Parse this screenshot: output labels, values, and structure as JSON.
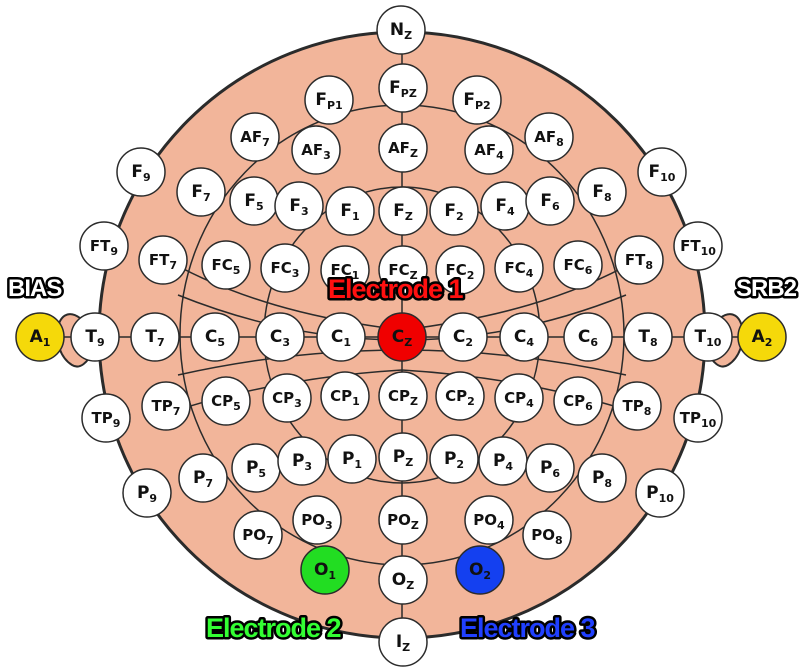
{
  "colors": {
    "head_fill": "#f2b59a",
    "head_stroke": "#2b2b2b",
    "electrode_fill": "#ffffff",
    "reference_fill": "#f5d90a",
    "electrode_1_fill": "#f00000",
    "electrode_2_fill": "#22dd22",
    "electrode_3_fill": "#1440f0",
    "label_electrode_1": "#ff1010",
    "label_electrode_2": "#33ff33",
    "label_electrode_3": "#2040ff",
    "label_side": "#ffffff"
  },
  "labels": {
    "bias": "BIAS",
    "srb2": "SRB2",
    "electrode_1": "Electrode 1",
    "electrode_2": "Electrode 2",
    "electrode_3": "Electrode 3"
  },
  "electrodes": [
    {
      "base": "N",
      "sub": "Z"
    },
    {
      "base": "F",
      "sub": "P1"
    },
    {
      "base": "F",
      "sub": "PZ"
    },
    {
      "base": "F",
      "sub": "P2"
    },
    {
      "base": "AF",
      "sub": "7"
    },
    {
      "base": "AF",
      "sub": "3"
    },
    {
      "base": "AF",
      "sub": "Z"
    },
    {
      "base": "AF",
      "sub": "4"
    },
    {
      "base": "AF",
      "sub": "8"
    },
    {
      "base": "F",
      "sub": "9"
    },
    {
      "base": "F",
      "sub": "10"
    },
    {
      "base": "F",
      "sub": "7"
    },
    {
      "base": "F",
      "sub": "5"
    },
    {
      "base": "F",
      "sub": "3"
    },
    {
      "base": "F",
      "sub": "1"
    },
    {
      "base": "F",
      "sub": "Z"
    },
    {
      "base": "F",
      "sub": "2"
    },
    {
      "base": "F",
      "sub": "4"
    },
    {
      "base": "F",
      "sub": "6"
    },
    {
      "base": "F",
      "sub": "8"
    },
    {
      "base": "FT",
      "sub": "9"
    },
    {
      "base": "FT",
      "sub": "7"
    },
    {
      "base": "FC",
      "sub": "5"
    },
    {
      "base": "FC",
      "sub": "3"
    },
    {
      "base": "FC",
      "sub": "1"
    },
    {
      "base": "FC",
      "sub": "Z"
    },
    {
      "base": "FC",
      "sub": "2"
    },
    {
      "base": "FC",
      "sub": "4"
    },
    {
      "base": "FC",
      "sub": "6"
    },
    {
      "base": "FT",
      "sub": "8"
    },
    {
      "base": "FT",
      "sub": "10"
    },
    {
      "base": "A",
      "sub": "1",
      "role": "reference"
    },
    {
      "base": "T",
      "sub": "9"
    },
    {
      "base": "T",
      "sub": "7"
    },
    {
      "base": "C",
      "sub": "5"
    },
    {
      "base": "C",
      "sub": "3"
    },
    {
      "base": "C",
      "sub": "1"
    },
    {
      "base": "C",
      "sub": "Z",
      "role": "electrode_1"
    },
    {
      "base": "C",
      "sub": "2"
    },
    {
      "base": "C",
      "sub": "4"
    },
    {
      "base": "C",
      "sub": "6"
    },
    {
      "base": "T",
      "sub": "8"
    },
    {
      "base": "T",
      "sub": "10"
    },
    {
      "base": "A",
      "sub": "2",
      "role": "reference"
    },
    {
      "base": "TP",
      "sub": "9"
    },
    {
      "base": "TP",
      "sub": "7"
    },
    {
      "base": "CP",
      "sub": "5"
    },
    {
      "base": "CP",
      "sub": "3"
    },
    {
      "base": "CP",
      "sub": "1"
    },
    {
      "base": "CP",
      "sub": "Z"
    },
    {
      "base": "CP",
      "sub": "2"
    },
    {
      "base": "CP",
      "sub": "4"
    },
    {
      "base": "CP",
      "sub": "6"
    },
    {
      "base": "TP",
      "sub": "8"
    },
    {
      "base": "TP",
      "sub": "10"
    },
    {
      "base": "P",
      "sub": "9"
    },
    {
      "base": "P",
      "sub": "7"
    },
    {
      "base": "P",
      "sub": "5"
    },
    {
      "base": "P",
      "sub": "3"
    },
    {
      "base": "P",
      "sub": "1"
    },
    {
      "base": "P",
      "sub": "Z"
    },
    {
      "base": "P",
      "sub": "2"
    },
    {
      "base": "P",
      "sub": "4"
    },
    {
      "base": "P",
      "sub": "6"
    },
    {
      "base": "P",
      "sub": "8"
    },
    {
      "base": "P",
      "sub": "10"
    },
    {
      "base": "PO",
      "sub": "7"
    },
    {
      "base": "PO",
      "sub": "3"
    },
    {
      "base": "PO",
      "sub": "Z"
    },
    {
      "base": "PO",
      "sub": "4"
    },
    {
      "base": "PO",
      "sub": "8"
    },
    {
      "base": "O",
      "sub": "1",
      "role": "electrode_2"
    },
    {
      "base": "O",
      "sub": "Z"
    },
    {
      "base": "O",
      "sub": "2",
      "role": "electrode_3"
    },
    {
      "base": "I",
      "sub": "Z"
    }
  ]
}
